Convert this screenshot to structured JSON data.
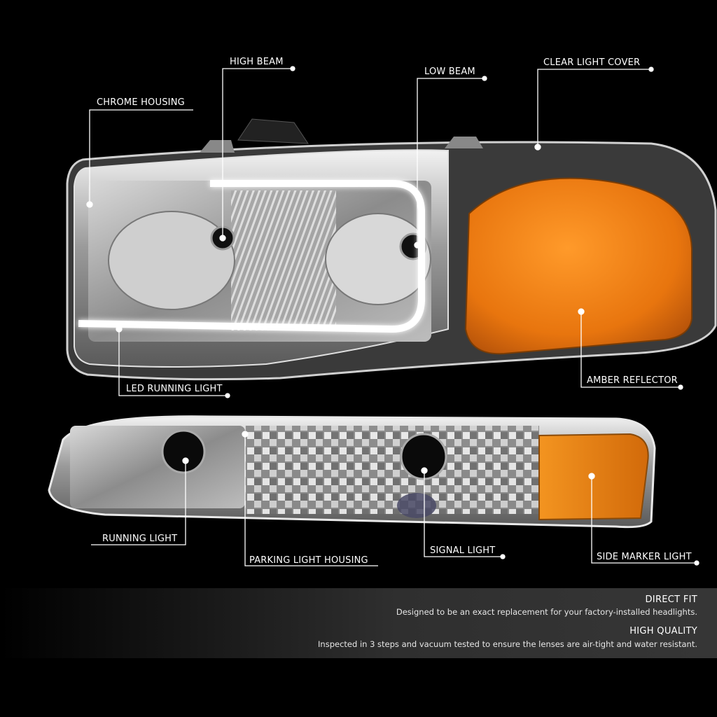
{
  "callouts": {
    "chrome_housing": "CHROME HOUSING",
    "high_beam": "HIGH BEAM",
    "low_beam": "LOW BEAM",
    "clear_light_cover": "CLEAR LIGHT COVER",
    "led_running_light": "LED RUNNING LIGHT",
    "amber_reflector": "AMBER REFLECTOR",
    "running_light": "RUNNING LIGHT",
    "parking_light_housing": "PARKING LIGHT HOUSING",
    "signal_light": "SIGNAL LIGHT",
    "side_marker_light": "SIDE MARKER LIGHT"
  },
  "features": [
    {
      "title": "DIRECT FIT",
      "description": "Designed to be an exact replacement for your factory-installed headlights."
    },
    {
      "title": "HIGH QUALITY",
      "description": "Inspected in 3 steps and vacuum tested to ensure the lenses are air-tight and water resistant."
    }
  ],
  "colors": {
    "amber": "#e8750e",
    "chrome": "#c9c9c9",
    "background": "#000000",
    "led": "#ffffff"
  }
}
